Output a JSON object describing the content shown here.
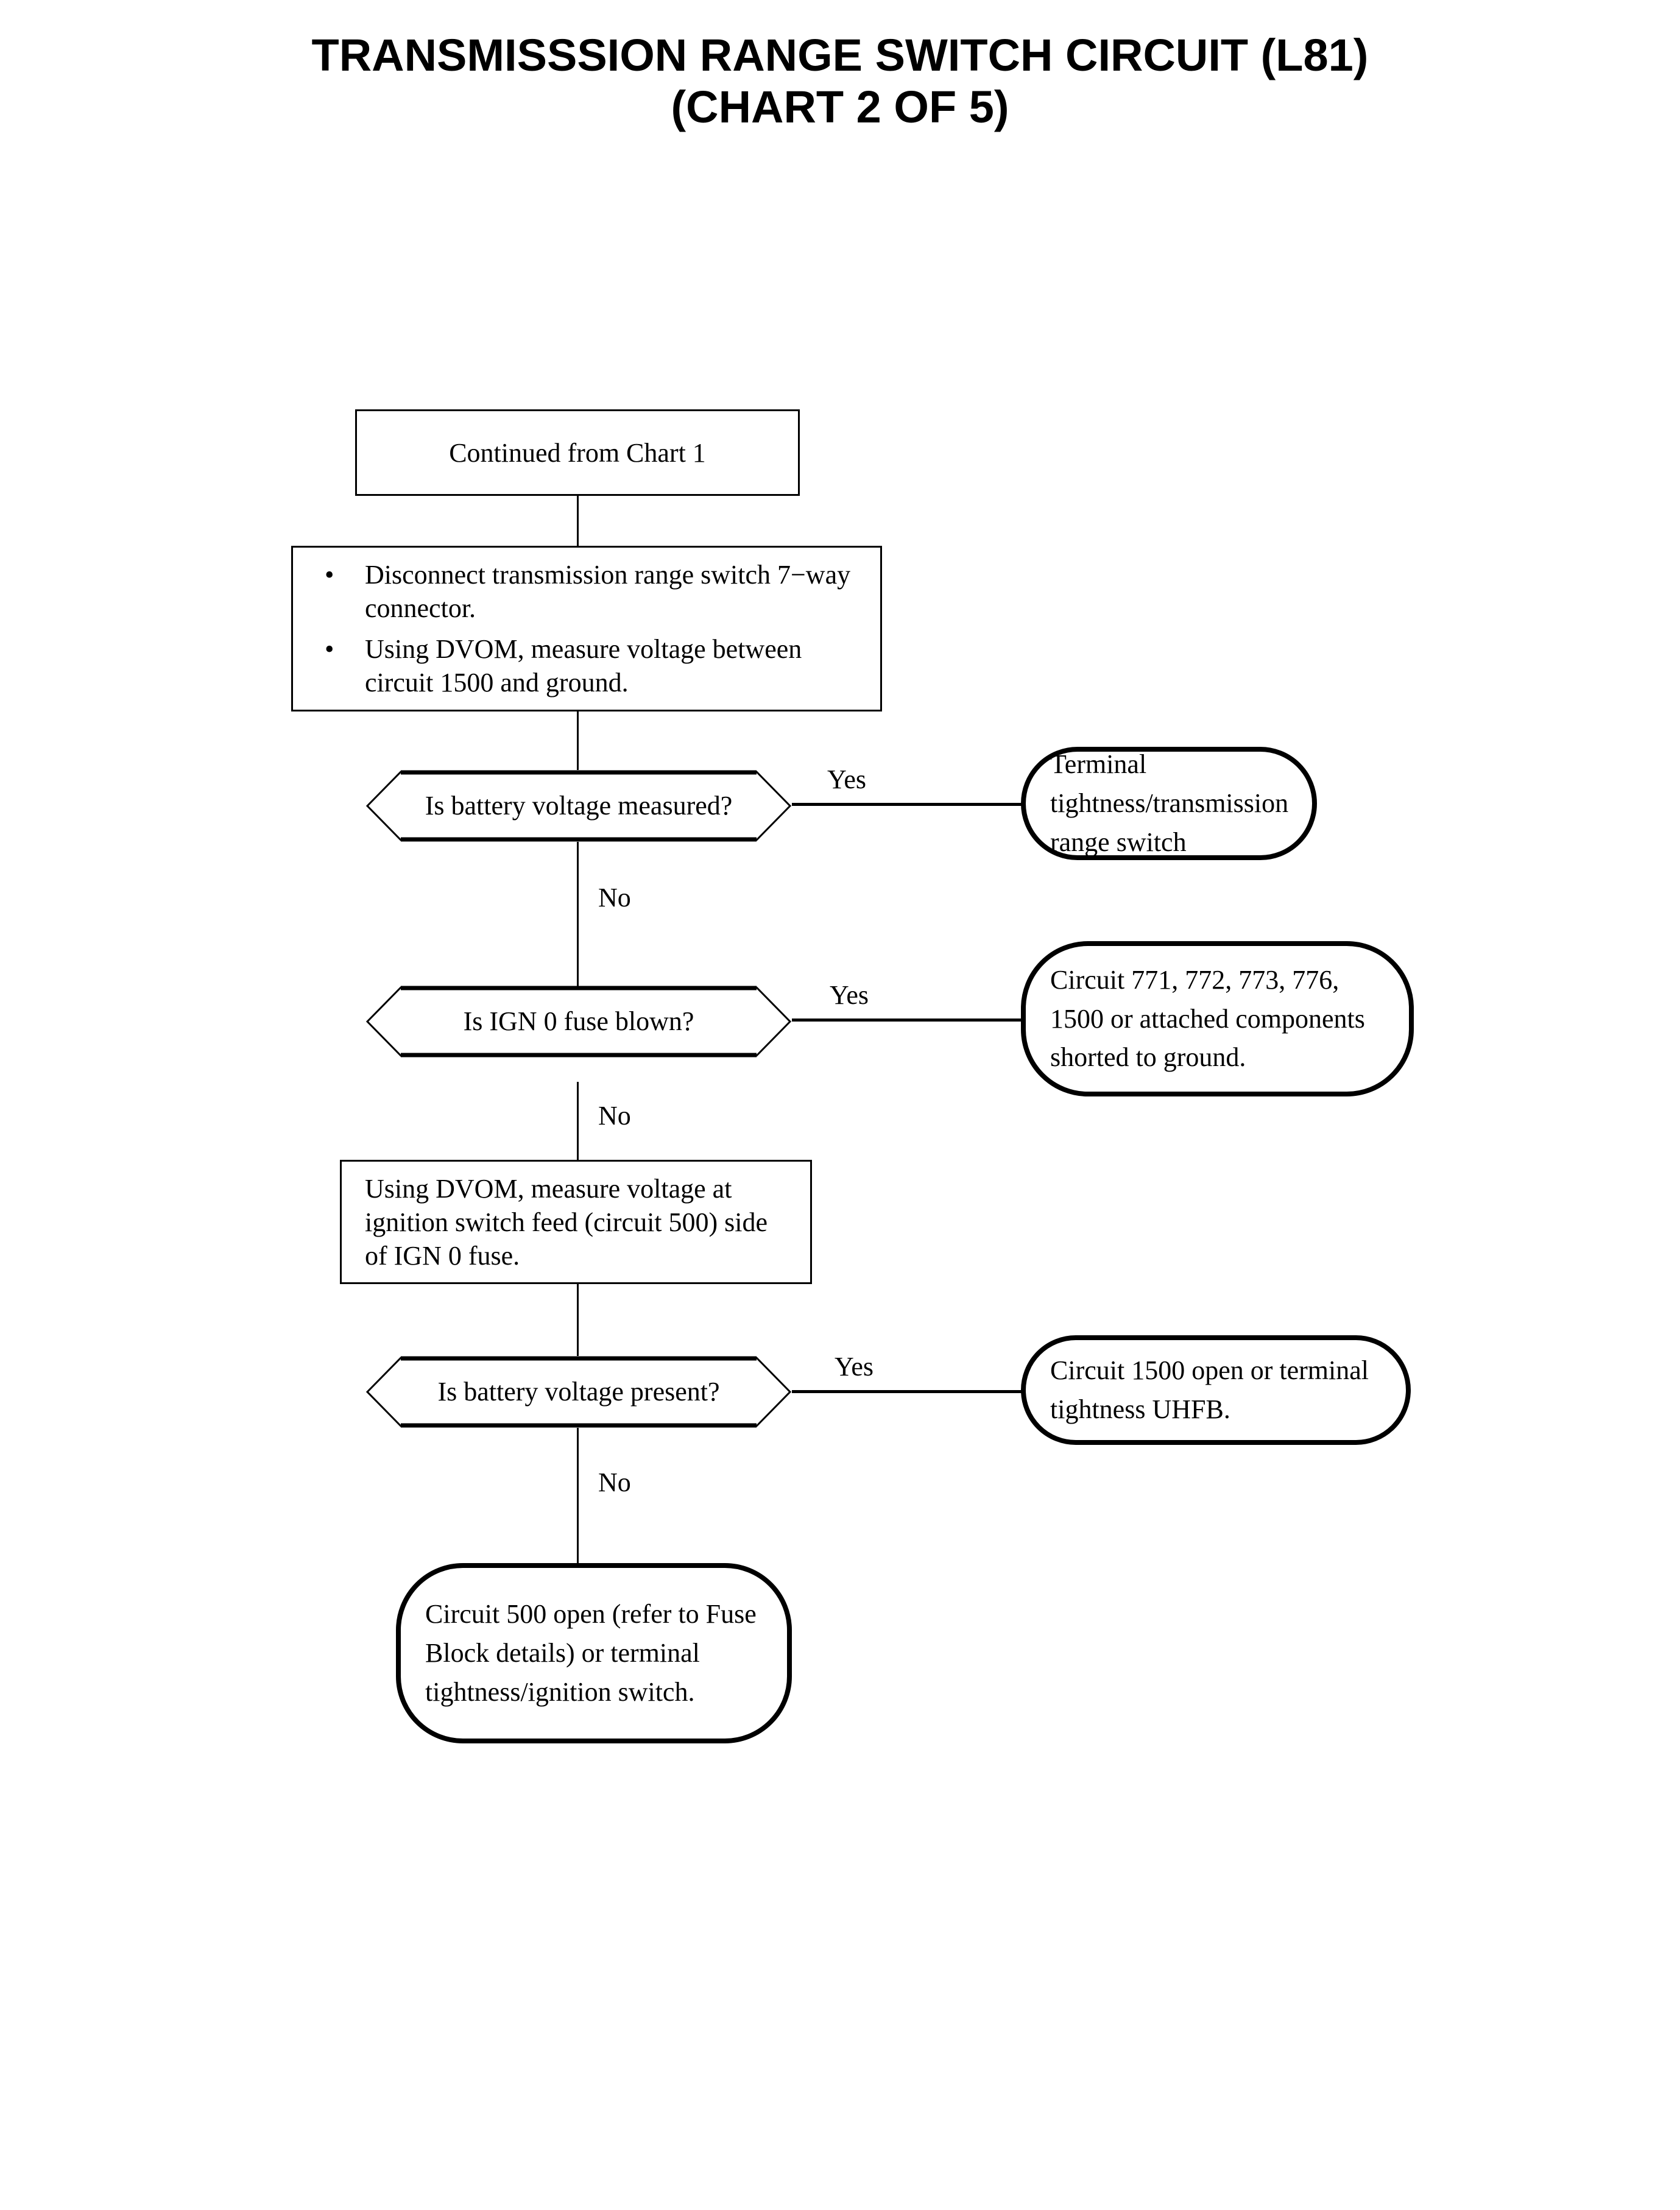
{
  "title": {
    "line1": "TRANSMISSSION RANGE SWITCH CIRCUIT (L81)",
    "line2": "(CHART 2 OF 5)"
  },
  "flow": {
    "entry_box": {
      "text": "Continued from Chart 1"
    },
    "instruction_box": {
      "bullet_marker": "•",
      "bullets": [
        "Disconnect transmission range switch  7−way connector.",
        "Using DVOM, measure voltage between circuit 1500 and ground."
      ]
    },
    "decision_1": {
      "text": "Is battery voltage measured?",
      "yes_label": "Yes",
      "no_label": "No"
    },
    "outcome_1": {
      "text": "Terminal tightness/transmission range switch"
    },
    "decision_2": {
      "text": "Is IGN 0 fuse blown?",
      "yes_label": "Yes",
      "no_label": "No"
    },
    "outcome_2": {
      "text": "Circuit 771, 772, 773, 776, 1500 or attached components shorted to ground."
    },
    "process_box": {
      "text": "Using DVOM, measure voltage at ignition switch feed (circuit 500) side of IGN 0 fuse."
    },
    "decision_3": {
      "text": "Is battery voltage present?",
      "yes_label": "Yes",
      "no_label": "No"
    },
    "outcome_3": {
      "text": "Circuit 1500 open or terminal tightness UHFB."
    },
    "outcome_4": {
      "text": "Circuit 500 open (refer to Fuse Block details) or terminal tightness/ignition switch."
    }
  },
  "colors": {
    "ink": "#000000",
    "paper": "#ffffff"
  }
}
